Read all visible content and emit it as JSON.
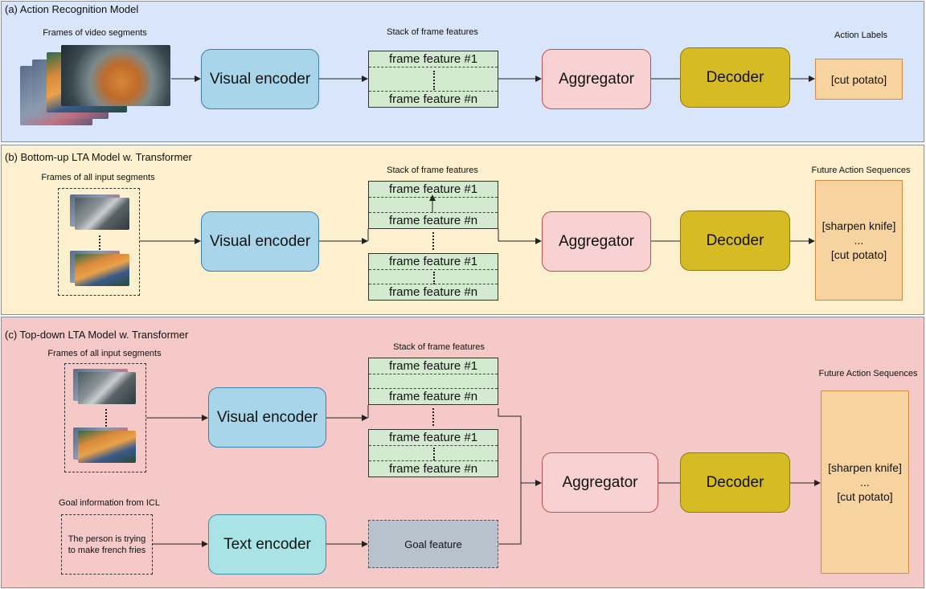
{
  "panel_a": {
    "title": "(a) Action Recognition Model",
    "frames_caption": "Frames of video segments",
    "stack_caption": "Stack of frame features",
    "feature_first": "frame feature #1",
    "feature_last": "frame feature #n",
    "visual_encoder": "Visual encoder",
    "aggregator": "Aggregator",
    "decoder": "Decoder",
    "output_caption": "Action Labels",
    "output": "[cut potato]"
  },
  "panel_b": {
    "title": "(b) Bottom-up LTA Model w. Transformer",
    "frames_caption": "Frames of all input segments",
    "stack_caption": "Stack of frame features",
    "feature_first": "frame feature #1",
    "feature_last": "frame feature #n",
    "visual_encoder": "Visual encoder",
    "aggregator": "Aggregator",
    "decoder": "Decoder",
    "output_caption": "Future Action Sequences",
    "output_line1": "[sharpen knife]",
    "output_line2": "...",
    "output_line3": "[cut potato]"
  },
  "panel_c": {
    "title": "(c) Top-down LTA Model w. Transformer",
    "frames_caption": "Frames of all input segments",
    "stack_caption": "Stack of frame features",
    "feature_first": "frame feature #1",
    "feature_last": "frame feature #n",
    "visual_encoder": "Visual encoder",
    "goal_caption": "Goal information from ICL",
    "goal_text": "The person is trying to make french fries",
    "text_encoder": "Text encoder",
    "goal_feature": "Goal feature",
    "aggregator": "Aggregator",
    "decoder": "Decoder",
    "output_caption": "Future Action Sequences",
    "output_line1": "[sharpen knife]",
    "output_line2": "...",
    "output_line3": "[cut potato]"
  },
  "colors": {
    "panel_a_bg": "#d9e5fb",
    "panel_b_bg": "#fdf0cf",
    "panel_c_bg": "#f6c9c9",
    "encoder": "#a8d5ea",
    "aggregator": "#f8d2d2",
    "decoder": "#d7bb25",
    "output": "#f7d3a0",
    "feature_stack": "#d3ead0",
    "goal_feature": "#b8c2cc"
  }
}
